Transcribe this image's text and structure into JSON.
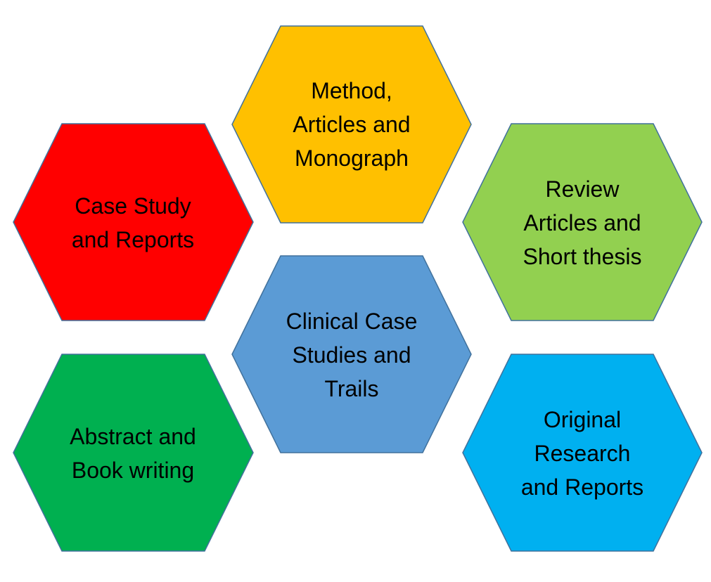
{
  "hexagons": [
    {
      "id": "case-study",
      "text": "Case Study\nand Reports",
      "fill": "#ff0000"
    },
    {
      "id": "method",
      "text": "Method,\nArticles and\nMonograph",
      "fill": "#ffc000"
    },
    {
      "id": "review",
      "text": "Review\nArticles and\nShort thesis",
      "fill": "#92d050"
    },
    {
      "id": "clinical",
      "text": "Clinical Case\nStudies and\nTrails",
      "fill": "#5b9bd5"
    },
    {
      "id": "abstract",
      "text": "Abstract and\nBook writing",
      "fill": "#00b050"
    },
    {
      "id": "original",
      "text": "Original\nResearch\nand Reports",
      "fill": "#00b0f0"
    }
  ],
  "stroke_color": "#41719c"
}
